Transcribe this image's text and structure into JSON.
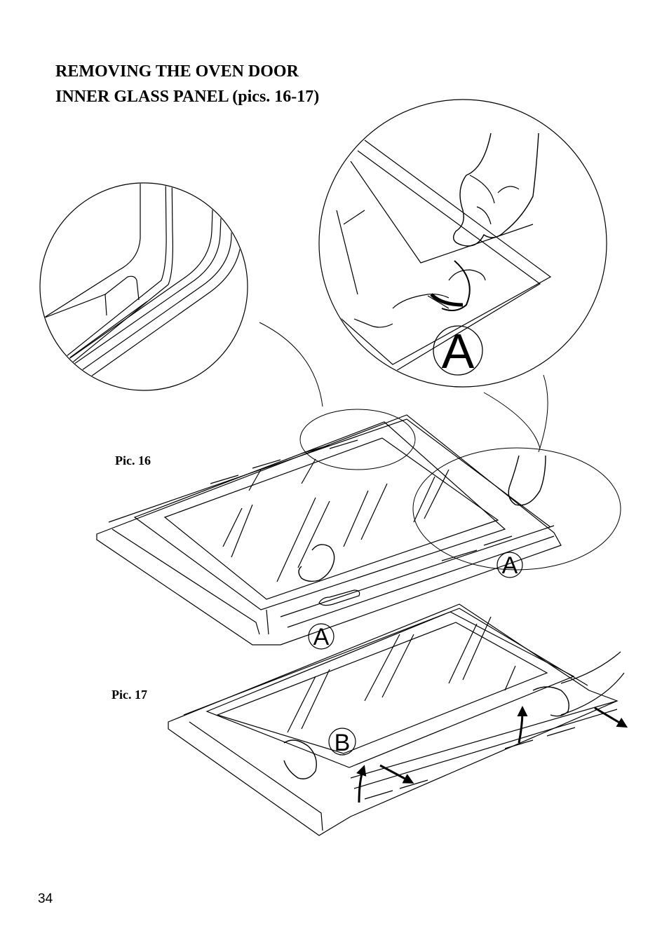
{
  "title": {
    "line1": "REMOVING THE OVEN DOOR",
    "line2": "INNER GLASS PANEL (pics. 16-17)"
  },
  "figures": {
    "pic16": {
      "label": "Pic. 16",
      "callouts": [
        "A",
        "A",
        "A"
      ]
    },
    "pic17": {
      "label": "Pic. 17",
      "callouts": [
        "B"
      ]
    }
  },
  "page_number": "34",
  "icons": [
    "hand-icon",
    "arrow-icon",
    "magnifier-circle"
  ]
}
